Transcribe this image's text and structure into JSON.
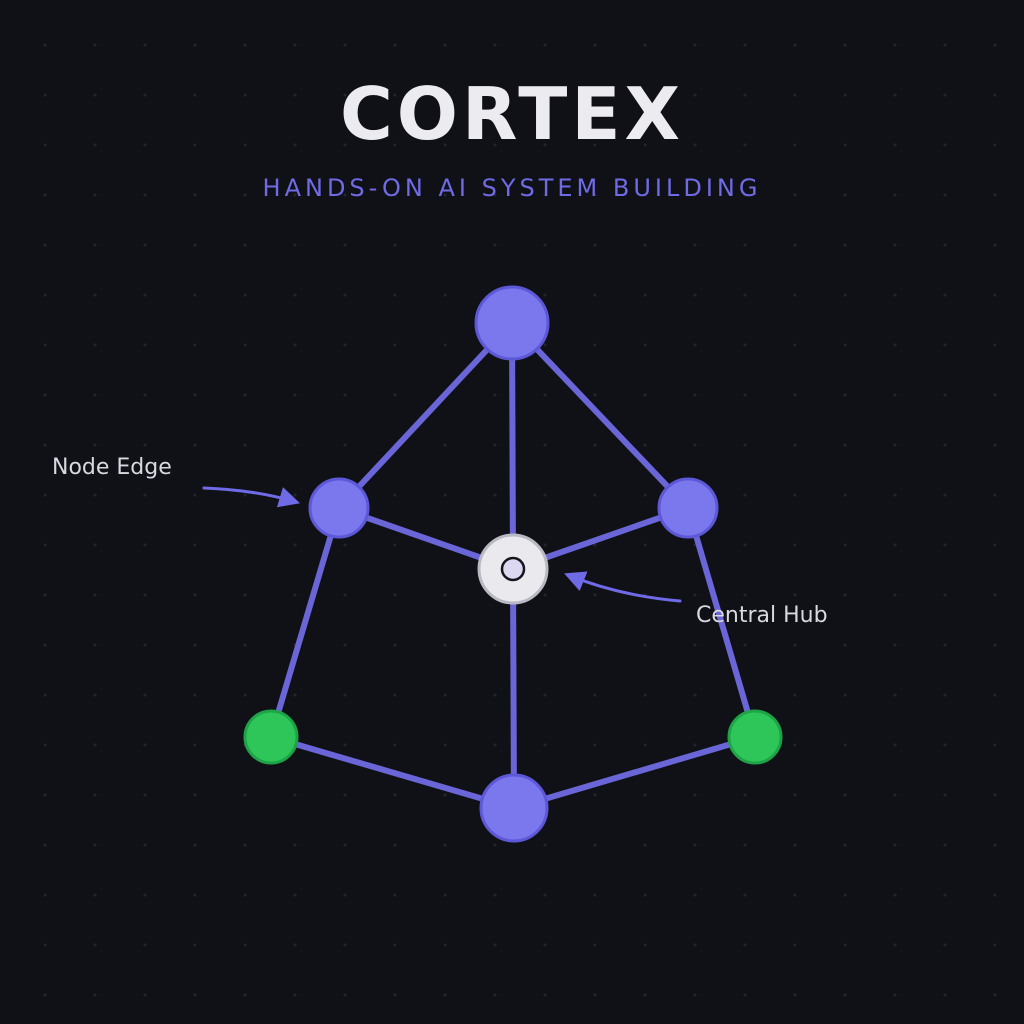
{
  "header": {
    "title": "CORTEX",
    "subtitle": "HANDS-ON AI SYSTEM BUILDING"
  },
  "annotations": {
    "node_edge": "Node Edge",
    "central_hub": "Central Hub"
  },
  "colors": {
    "background": "#101117",
    "title": "#ececf0",
    "accent": "#6f6ae6",
    "node": "#7b78ee",
    "node_stroke": "#5d58d8",
    "edge": "#6a66d8",
    "hub_fill": "#e9e9ee",
    "hub_stroke": "#b9b9c4",
    "green": "#2fc659",
    "green_stroke": "#1ea447",
    "annotation_text": "#d8d8e0"
  },
  "diagram": {
    "nodes": [
      {
        "name": "top-node",
        "kind": "primary"
      },
      {
        "name": "left-node",
        "kind": "primary"
      },
      {
        "name": "right-node",
        "kind": "primary"
      },
      {
        "name": "central-hub",
        "kind": "hub"
      },
      {
        "name": "bottom-left-node",
        "kind": "green"
      },
      {
        "name": "bottom-right-node",
        "kind": "green"
      },
      {
        "name": "bottom-node",
        "kind": "primary"
      }
    ],
    "edges": [
      [
        "top-node",
        "left-node"
      ],
      [
        "top-node",
        "right-node"
      ],
      [
        "top-node",
        "central-hub"
      ],
      [
        "left-node",
        "central-hub"
      ],
      [
        "right-node",
        "central-hub"
      ],
      [
        "central-hub",
        "bottom-node"
      ],
      [
        "left-node",
        "bottom-left-node"
      ],
      [
        "right-node",
        "bottom-right-node"
      ],
      [
        "bottom-left-node",
        "bottom-node"
      ],
      [
        "bottom-right-node",
        "bottom-node"
      ]
    ]
  }
}
